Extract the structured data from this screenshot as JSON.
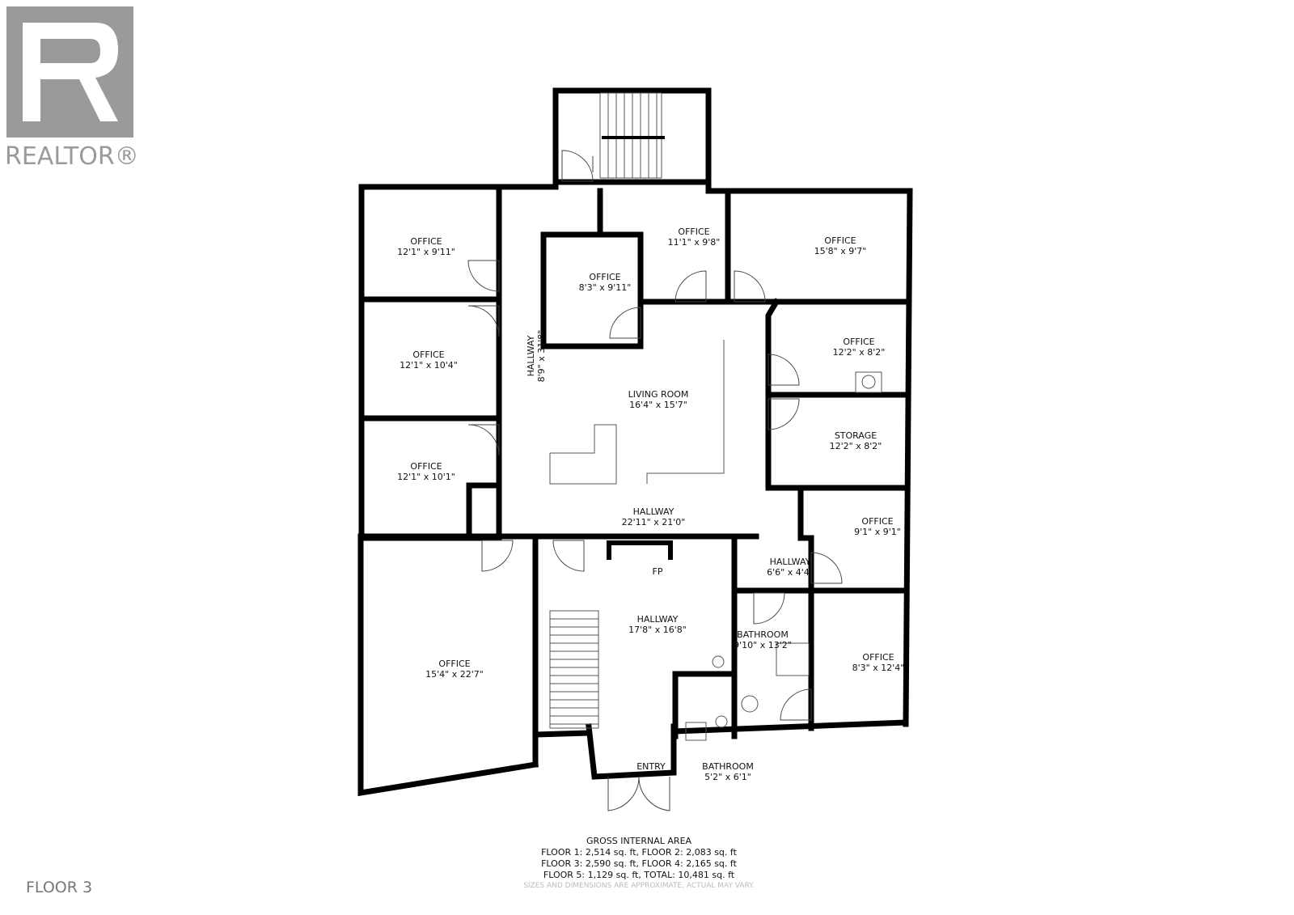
{
  "logo": {
    "text": "REALTOR®",
    "color": "#9a9a9a"
  },
  "floor_label": "FLOOR 3",
  "rooms": [
    {
      "name": "OFFICE",
      "size": "12'1\" x 9'11\""
    },
    {
      "name": "OFFICE",
      "size": "12'1\" x 10'4\""
    },
    {
      "name": "OFFICE",
      "size": "12'1\" x 10'1\""
    },
    {
      "name": "HALLWAY",
      "size": "8'9\" x 31'8\""
    },
    {
      "name": "OFFICE",
      "size": "8'3\" x 9'11\""
    },
    {
      "name": "OFFICE",
      "size": "11'1\" x 9'8\""
    },
    {
      "name": "OFFICE",
      "size": "15'8\" x 9'7\""
    },
    {
      "name": "LIVING ROOM",
      "size": "16'4\" x 15'7\""
    },
    {
      "name": "OFFICE",
      "size": "12'2\" x 8'2\""
    },
    {
      "name": "STORAGE",
      "size": "12'2\" x 8'2\""
    },
    {
      "name": "HALLWAY",
      "size": "22'11\" x 21'0\""
    },
    {
      "name": "OFFICE",
      "size": "9'1\" x 9'1\""
    },
    {
      "name": "HALLWAY",
      "size": "6'6\" x 4'4\""
    },
    {
      "name": "FP",
      "size": ""
    },
    {
      "name": "HALLWAY",
      "size": "17'8\" x 16'8\""
    },
    {
      "name": "BATHROOM",
      "size": "9'10\" x 13'2\""
    },
    {
      "name": "OFFICE",
      "size": "8'3\" x 12'4\""
    },
    {
      "name": "OFFICE",
      "size": "15'4\" x 22'7\""
    },
    {
      "name": "ENTRY",
      "size": ""
    },
    {
      "name": "BATHROOM",
      "size": "5'2\" x 6'1\""
    }
  ],
  "gross_area": {
    "title": "GROSS INTERNAL AREA",
    "lines": [
      "FLOOR 1: 2,514 sq. ft, FLOOR 2: 2,083 sq. ft",
      "FLOOR 3: 2,590 sq. ft, FLOOR 4: 2,165 sq. ft",
      "FLOOR 5: 1,129 sq. ft, TOTAL: 10,481 sq. ft"
    ],
    "disclaimer": "SIZES AND DIMENSIONS ARE APPROXIMATE, ACTUAL MAY VARY."
  }
}
